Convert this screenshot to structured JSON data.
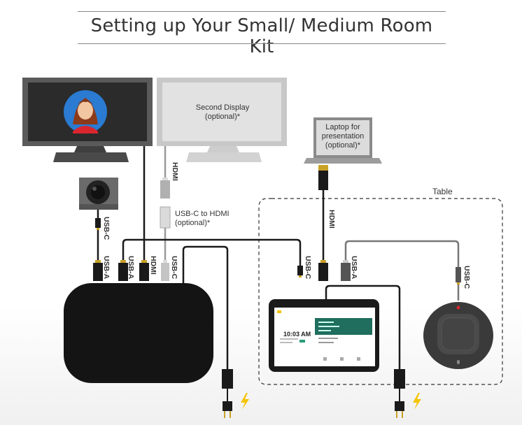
{
  "title": "Setting up Your Small/ Medium Room Kit",
  "labels": {
    "second_display": [
      "Second Display",
      "(optional)*"
    ],
    "laptop": [
      "Laptop for",
      "presentation",
      "(optional)*"
    ],
    "table": "Table",
    "usbc_to_hdmi": [
      "USB-C to HDMI",
      "(optional)*"
    ]
  },
  "cable_labels": {
    "camera_usbc": "USB-C",
    "camera_usba": "USB-A",
    "hub_usba": "USB-A",
    "hub_hdmi": "HDMI",
    "hub_usbc": "USB-C",
    "second_display_hdmi": "HDMI",
    "laptop_hdmi": "HDMI",
    "tablet_usbc": "USB-C",
    "tablet_usba": "USB-A",
    "speaker_usbc": "USB-C"
  },
  "tablet_screen": {
    "time": "10:03 AM"
  },
  "colors": {
    "cable_black": "#1a1a1a",
    "cable_gray": "#9a9a9a",
    "display_frame": "#5a5a5a",
    "display_frame_optional": "#c8c8c8",
    "connector_gold": "#c9a227",
    "power_bolt": "#f5c400",
    "speaker_body": "#3a3a3a"
  },
  "icons": [
    "person-avatar-icon",
    "power-bolt-icon",
    "camera-icon",
    "speakerphone-icon"
  ]
}
